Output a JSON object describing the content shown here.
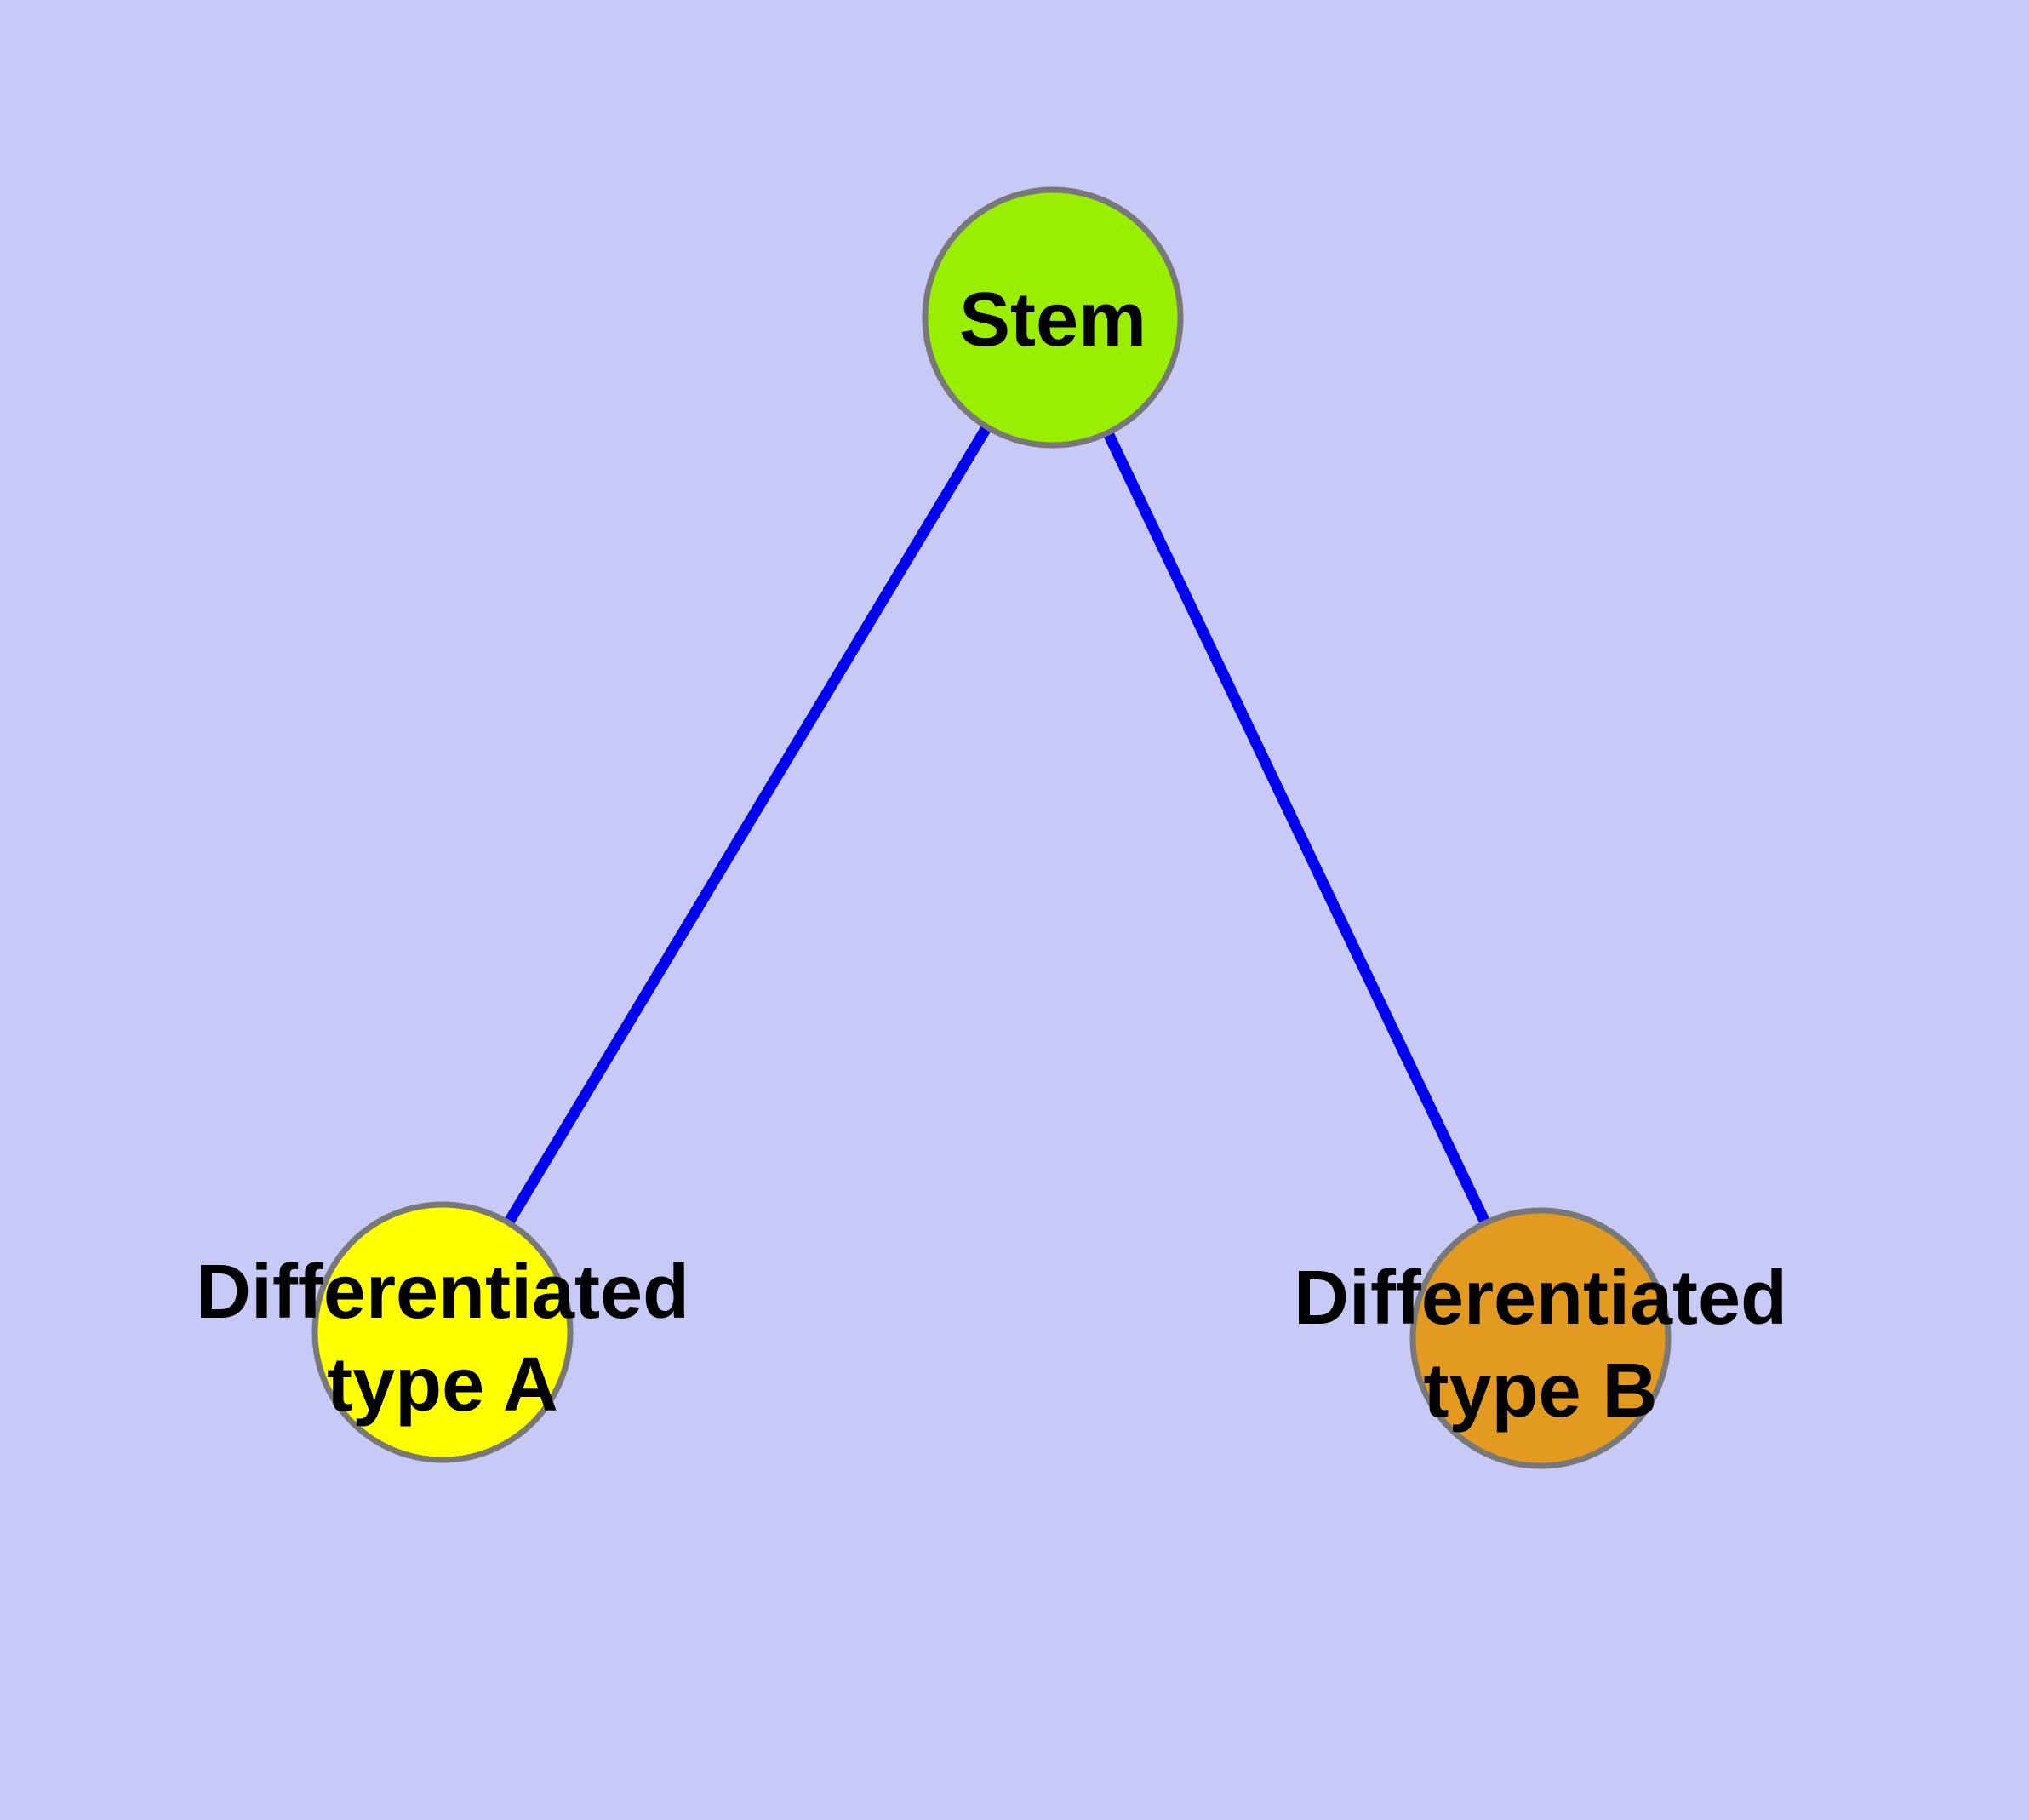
{
  "diagram": {
    "background_color": "#C9C9F7",
    "edge_color": "#0000EE",
    "node_border_color": "#787878",
    "label_color": "#000000",
    "nodes": {
      "stem": {
        "label": "Stem",
        "color": "#9AEE00"
      },
      "type_a": {
        "label_line1": "Differentiated",
        "label_line2": "type A",
        "color": "#FFFF00"
      },
      "type_b": {
        "label_line1": "Differentiated",
        "label_line2": "type B",
        "color": "#E29A20"
      }
    },
    "edges": [
      {
        "from": "stem",
        "to": "type_a"
      },
      {
        "from": "stem",
        "to": "type_b"
      }
    ]
  }
}
